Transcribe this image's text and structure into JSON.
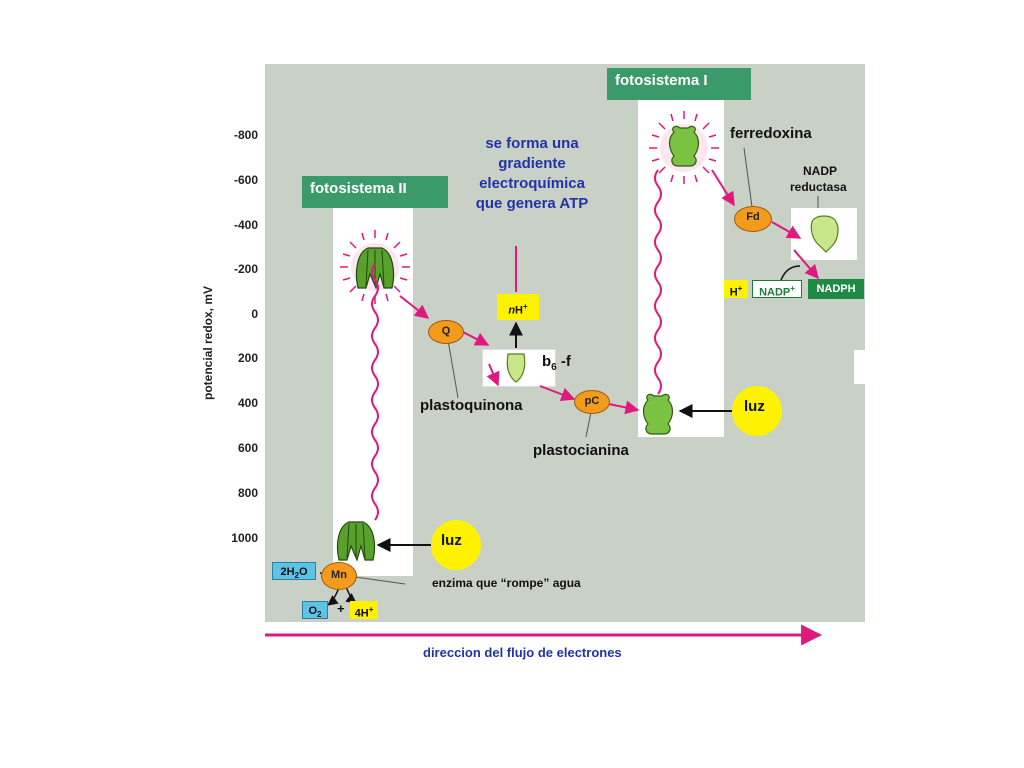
{
  "axis": {
    "label": "potencial redox, mV",
    "ticks": [
      "-800",
      "-600",
      "-400",
      "-200",
      "0",
      "200",
      "400",
      "600",
      "800",
      "1000"
    ]
  },
  "photosystem_ii": {
    "title": "fotosistema II"
  },
  "photosystem_i": {
    "title": "fotosistema I"
  },
  "gradient_note": {
    "line1": "se forma una",
    "line2": "gradiente",
    "line3": "electroquímica",
    "line4": "que genera ATP"
  },
  "labels": {
    "ferredoxina": "ferredoxina",
    "nadp_reductasa_1": "NADP",
    "nadp_reductasa_2": "reductasa",
    "plastoquinona": "plastoquinona",
    "plastocianina": "plastocianina",
    "b6f": "b",
    "b6f_sub": "6",
    "b6f_suffix": " -f",
    "enzima": "enzima que “rompe” agua",
    "flow": "direccion del flujo de electrones",
    "luz_1": "luz",
    "luz_2": "luz"
  },
  "chips": {
    "q": "Q",
    "pc": "pC",
    "fd": "Fd",
    "mn": "Mn",
    "nh_n": "n",
    "nh_h": "H",
    "nh_plus": "+",
    "water": "2H",
    "water_sub": "2",
    "water_o": "O",
    "o2": "O",
    "o2_sub": "2",
    "plus": "+",
    "four_h": "4H",
    "four_h_plus": "+",
    "h_plus": "H",
    "h_plus_sup": "+",
    "nadp_plus": "NADP",
    "nadp_plus_sup": "+",
    "nadph": "NADPH"
  },
  "colors": {
    "panel": "#c9d1c6",
    "header_green": "#3a9a6a",
    "magenta": "#e0197d",
    "orange": "#f39b1d",
    "yellow": "#fff200",
    "note_blue": "#2233aa"
  }
}
